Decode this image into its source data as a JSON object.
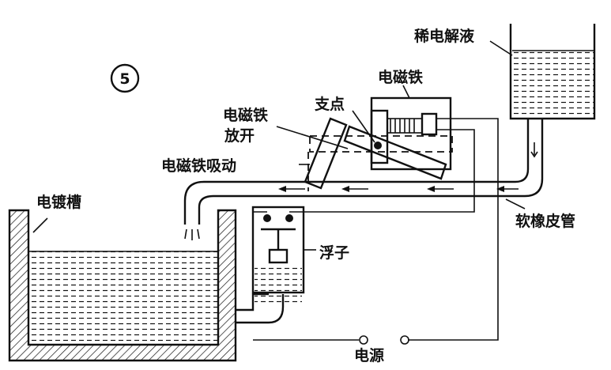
{
  "figure_number": "5",
  "labels": {
    "dilute_electrolyte": "稀电解液",
    "electromagnet_top": "电磁铁",
    "fulcrum": "支点",
    "electromagnet_release_line1": "电磁铁",
    "electromagnet_release_line2": "放开",
    "electromagnet_attract": "电磁铁吸动",
    "plating_tank": "电镀槽",
    "soft_rubber_tube": "软橡皮管",
    "float": "浮子",
    "power_source": "电源"
  },
  "colors": {
    "ink": "#111111",
    "paper": "#ffffff"
  }
}
